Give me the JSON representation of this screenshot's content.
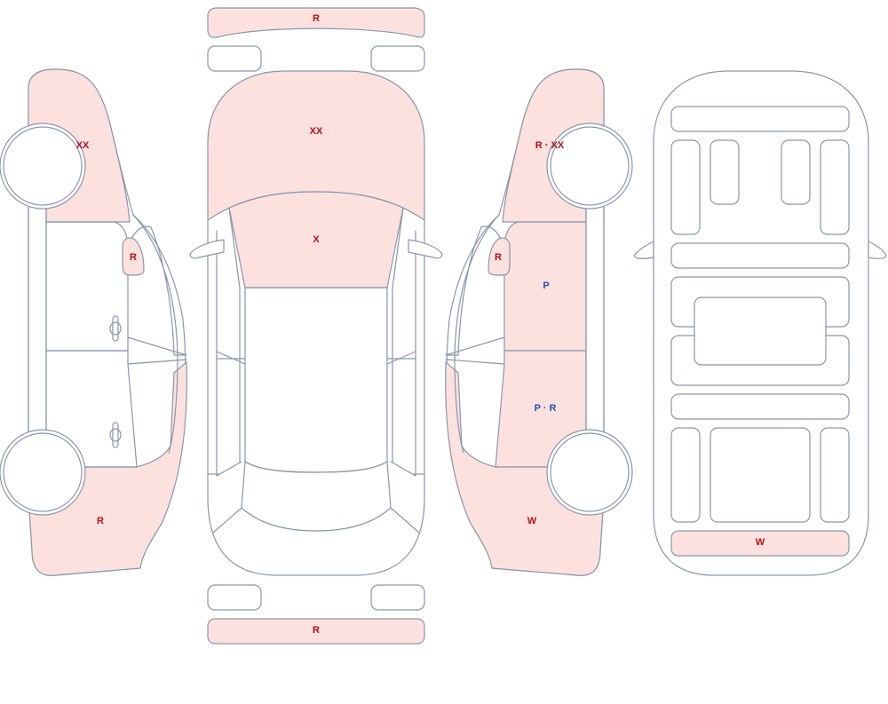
{
  "colors": {
    "damaged_fill": "#fde1df",
    "outline": "#8a96aa",
    "code_red": "#b20f16",
    "code_blue": "#1f55b4"
  },
  "legend_codes_visible": [
    "R",
    "XX",
    "X",
    "P",
    "W"
  ],
  "markers": {
    "front_bumper": "R",
    "hood": "XX",
    "windshield": "X",
    "rear_bumper": "R",
    "left_front_fender": "XX",
    "left_mirror": "R",
    "left_rear_quarter": "R",
    "right_front_fender": "R · XX",
    "right_mirror": "R",
    "right_front_door": "P",
    "right_rear_door": "P · R",
    "right_rear_quarter": "W",
    "underbody_rear": "W"
  }
}
